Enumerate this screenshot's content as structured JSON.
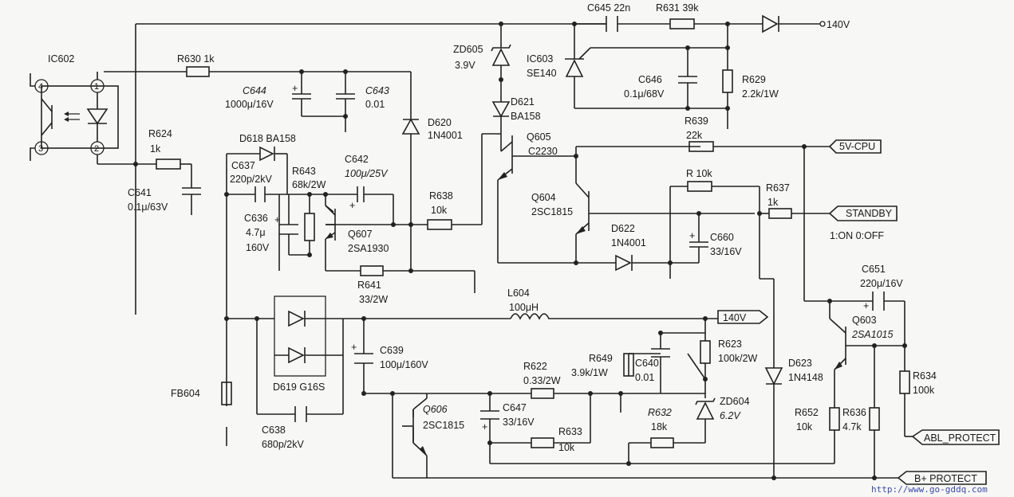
{
  "labels": {
    "ic602": "IC602",
    "r630": "R630 1k",
    "c644": "C644",
    "c644_val": "1000μ/16V",
    "c643": "C643",
    "c643_val": "0.01",
    "r624": "R624",
    "r624_val": "1k",
    "c641": "C641",
    "c641_val": "0.1μ/63V",
    "d618": "D618 BA158",
    "c637": "C637",
    "c637_val": "220p/2kV",
    "r643": "R643",
    "r643_val": "68k/2W",
    "c642": "C642",
    "c642_val": "100μ/25V",
    "c636": "C636",
    "c636_val1": "4.7μ",
    "c636_val2": "160V",
    "q607": "Q607",
    "q607_val": "2SA1930",
    "d620": "D620",
    "d620_val": "1N4001",
    "r638": "R638",
    "r638_val": "10k",
    "r641": "R641",
    "r641_val": "33/2W",
    "zd605": "ZD605",
    "zd605_val": "3.9V",
    "d621": "D621",
    "d621_val": "BA158",
    "c645": "C645 22n",
    "r631": "R631 39k",
    "ic603": "IC603",
    "ic603_val": "SE140",
    "c646": "C646",
    "c646_val": "0.1μ/68V",
    "r629": "R629",
    "r629_val": "2.2k/1W",
    "v140_top": "140V",
    "q605": "Q605",
    "q605_val": "C2230",
    "r639": "R639",
    "r639_val": "22k",
    "v5cpu": "5V-CPU",
    "r10k": "R 10k",
    "r637": "R637",
    "r637_val": "1k",
    "q604": "Q604",
    "q604_val": "2SC1815",
    "d622": "D622",
    "d622_val": "1N4001",
    "c660": "C660",
    "c660_val": "33/16V",
    "standby": "STANDBY",
    "standby_note": "1:ON 0:OFF",
    "l604": "L604",
    "l604_val": "100μH",
    "v140_mid": "140V",
    "fb604": "FB604",
    "d619": "D619 G16S",
    "c638": "C638",
    "c638_val": "680p/2kV",
    "c639": "C639",
    "c639_val": "100μ/160V",
    "r622": "R622",
    "r622_val": "0.33/2W",
    "r649": "R649",
    "r649_val": "3.9k/1W",
    "c640": "C640",
    "c640_val": "0.01",
    "r623": "R623",
    "r623_val": "100k/2W",
    "d623": "D623",
    "d623_val": "1N4148",
    "c651": "C651",
    "c651_val": "220μ/16V",
    "q603": "Q603",
    "q603_val": "2SA1015",
    "q606": "Q606",
    "q606_val": "2SC1815",
    "c647": "C647",
    "c647_val": "33/16V",
    "r633": "R633",
    "r633_val": "10k",
    "r632": "R632",
    "r632_val": "18k",
    "zd604": "ZD604",
    "zd604_val": "6.2V",
    "r634": "R634",
    "r634_val": "100k",
    "r652": "R652",
    "r652_val": "10k",
    "r636": "R636",
    "r636_val": "4.7k",
    "abl": "ABL_PROTECT",
    "bplus": "B+ PROTECT",
    "pin1": "1",
    "pin2": "2",
    "pin3": "3",
    "pin4": "4"
  },
  "watermark": "http://www.go-gddq.com"
}
